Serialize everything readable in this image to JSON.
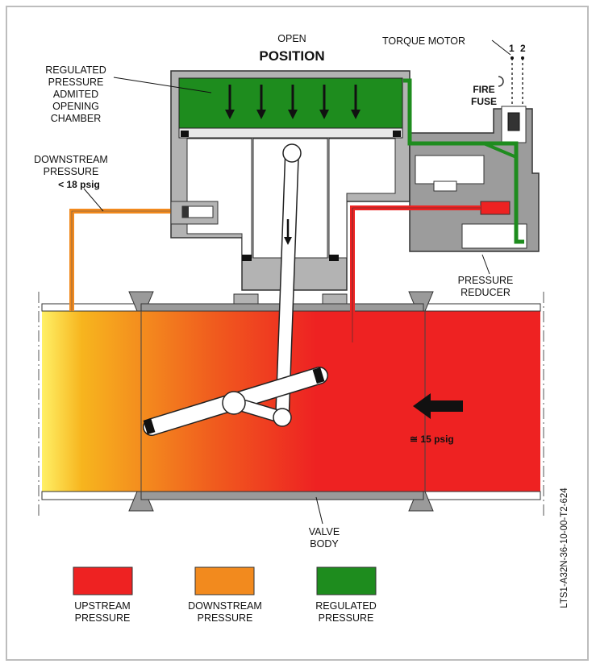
{
  "state": {
    "line1": "OPEN",
    "line2": "POSITION"
  },
  "labels": {
    "chamber": [
      "REGULATED",
      "PRESSURE",
      "ADMITED",
      "OPENING",
      "CHAMBER"
    ],
    "downstream": [
      "DOWNSTREAM",
      "PRESSURE"
    ],
    "downstream_value": "< 18 psig",
    "torque_motor": "TORQUE MOTOR",
    "terminal_1": "1",
    "terminal_2": "2",
    "fire_fuse": [
      "FIRE",
      "FUSE"
    ],
    "pressure_reducer": [
      "PRESSURE",
      "REDUCER"
    ],
    "upstream_value": "≅ 15 psig",
    "valve_body": [
      "VALVE",
      "BODY"
    ],
    "reference": "LTS1-A32N-36-10-00-T2-624"
  },
  "legend": [
    {
      "color": "#ee2222",
      "label": [
        "UPSTREAM",
        "PRESSURE"
      ]
    },
    {
      "color": "#f28a1e",
      "label": [
        "DOWNSTREAM",
        "PRESSURE"
      ]
    },
    {
      "color": "#1e8c1e",
      "label": [
        "REGULATED",
        "PRESSURE"
      ]
    }
  ],
  "colors": {
    "upstream": "#ee2222",
    "downstream": "#f28a1e",
    "regulated": "#1e8c1e",
    "housing": "#b3b3b3"
  }
}
